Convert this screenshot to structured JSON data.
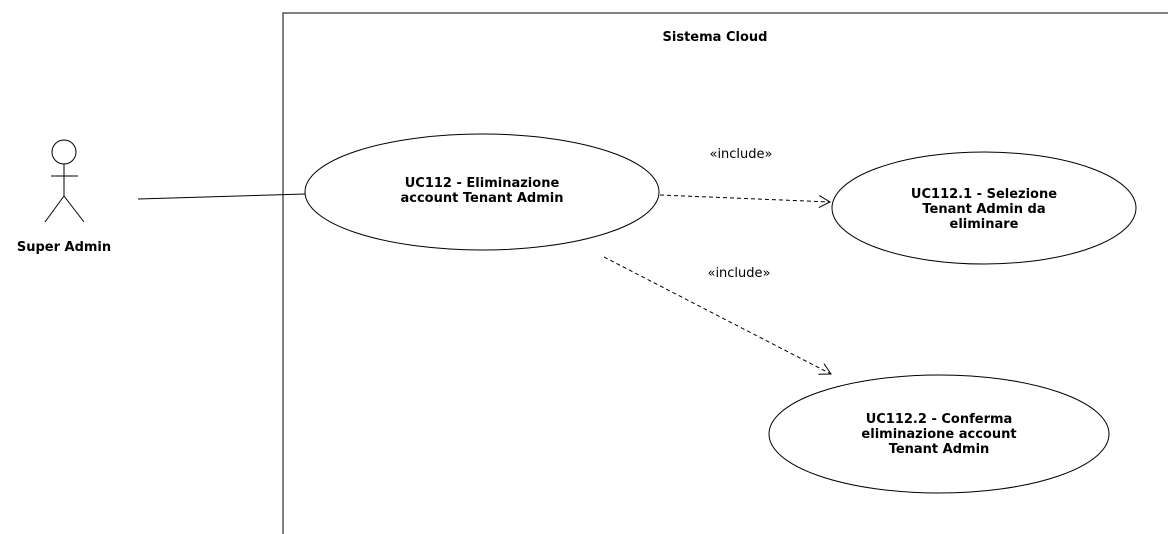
{
  "system": {
    "title": "Sistema Cloud"
  },
  "actor": {
    "name": "Super Admin"
  },
  "use_cases": {
    "main": {
      "lines": [
        "UC112 - Eliminazione",
        "account Tenant Admin"
      ]
    },
    "select": {
      "lines": [
        "UC112.1 - Selezione",
        "Tenant Admin da",
        "eliminare"
      ]
    },
    "confirm": {
      "lines": [
        "UC112.2 - Conferma",
        "eliminazione account",
        "Tenant Admin"
      ]
    }
  },
  "relations": {
    "include_select": "«include»",
    "include_confirm": "«include»"
  },
  "colors": {
    "stroke": "#000000",
    "background": "#ffffff"
  }
}
